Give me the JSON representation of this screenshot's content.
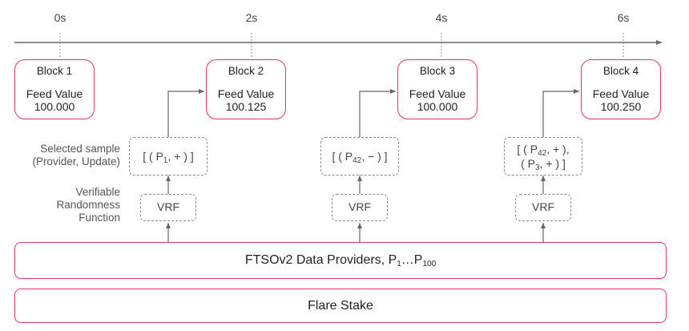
{
  "timeline": {
    "ticks": [
      {
        "label": "0s"
      },
      {
        "label": "2s"
      },
      {
        "label": "4s"
      },
      {
        "label": "6s"
      }
    ]
  },
  "blocks": [
    {
      "title": "Block 1",
      "label": "Feed Value",
      "value": "100.000"
    },
    {
      "title": "Block 2",
      "label": "Feed Value",
      "value": "100.125"
    },
    {
      "title": "Block 3",
      "label": "Feed Value",
      "value": "100.000"
    },
    {
      "title": "Block 4",
      "label": "Feed Value",
      "value": "100.250"
    }
  ],
  "row_labels": {
    "sample_line1": "Selected sample",
    "sample_line2": "(Provider, Update)",
    "vrf_line1": "Verifiable",
    "vrf_line2": "Randomness",
    "vrf_line3": "Function"
  },
  "samples": [
    {
      "line1": {
        "open": "[ ( P",
        "sub": "1",
        "rest": ", + ) ]"
      }
    },
    {
      "line1": {
        "open": "[ ( P",
        "sub": "42",
        "rest": ", − ) ]"
      }
    },
    {
      "line1": {
        "open": "[ ( P",
        "sub": "42",
        "rest": ", + ),"
      },
      "line2": {
        "open": "( P",
        "sub": "3",
        "rest": ", + ) ]"
      }
    }
  ],
  "vrf": {
    "label": "VRF"
  },
  "providers_bar": {
    "text": "FTSOv2 Data Providers, P",
    "sub1": "1",
    "mid": "…P",
    "sub2": "100"
  },
  "stake_bar": {
    "text": "Flare Stake"
  },
  "colors": {
    "accent": "#e6336b",
    "dash": "#8a8a8a",
    "arrow": "#666666"
  }
}
